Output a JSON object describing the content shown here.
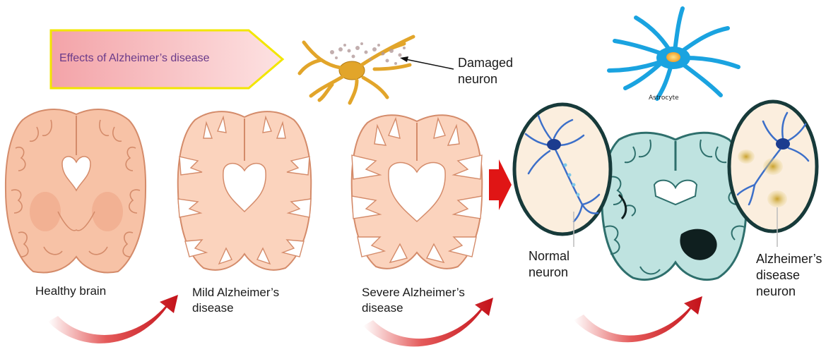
{
  "title_banner": {
    "text": "Effects of Alzheimer’s disease"
  },
  "callouts": {
    "damaged_neuron": {
      "line1": "Damaged",
      "line2": "neuron"
    },
    "astrocyte": "Astrocyte"
  },
  "stages": [
    {
      "line1": "Healthy brain",
      "line2": ""
    },
    {
      "line1": "Mild Alzheimer’s",
      "line2": "disease"
    },
    {
      "line1": "Severe  Alzheimer’s",
      "line2": "disease"
    }
  ],
  "neurons": {
    "normal": {
      "line1": "Normal",
      "line2": "neuron"
    },
    "alzheimers": {
      "line1": "Alzheimer’s",
      "line2": "disease",
      "line3": "neuron"
    }
  },
  "colors": {
    "brain_fill": "#f7c2a6",
    "brain_outline": "#d48b6a",
    "teal_brain": "#bfe3e0",
    "arrow_red": "#d61f1f",
    "banner_border": "#f2e600",
    "astrocyte_blue": "#1aa3e0"
  }
}
